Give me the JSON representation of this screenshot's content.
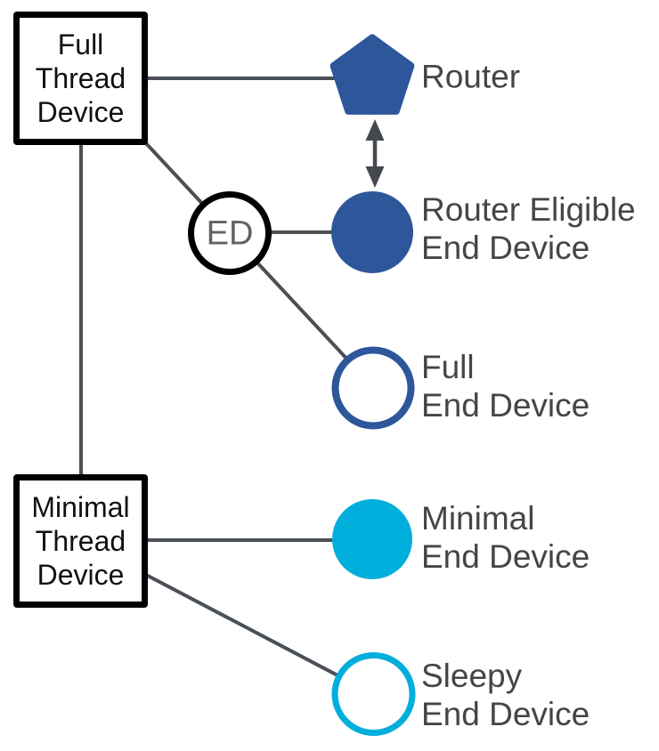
{
  "colors": {
    "navy": "#2D569B",
    "cyan": "#00AEDB",
    "edge": "#4A5056",
    "arrow": "#45494E",
    "black": "#000000",
    "white": "#ffffff",
    "box_text": "#111111",
    "label_text": "#424649",
    "ed_text": "#5F6368"
  },
  "boxes": {
    "full_thread_device": {
      "line1": "Full",
      "line2": "Thread",
      "line3": "Device"
    },
    "minimal_thread_device": {
      "line1": "Minimal",
      "line2": "Thread",
      "line3": "Device"
    }
  },
  "nodes": {
    "router": {
      "shape": "filled-pentagon",
      "label_line1": "Router"
    },
    "reed": {
      "shape": "filled-circle",
      "label_line1": "Router Eligible",
      "label_line2": "End Device"
    },
    "ed": {
      "shape": "outlined-circle",
      "text": "ED"
    },
    "fed": {
      "shape": "outlined-circle",
      "label_line1": "Full",
      "label_line2": "End Device"
    },
    "med": {
      "shape": "filled-circle",
      "label_line1": "Minimal",
      "label_line2": "End Device"
    },
    "sed": {
      "shape": "outlined-circle",
      "label_line1": "Sleepy",
      "label_line2": "End Device"
    }
  }
}
